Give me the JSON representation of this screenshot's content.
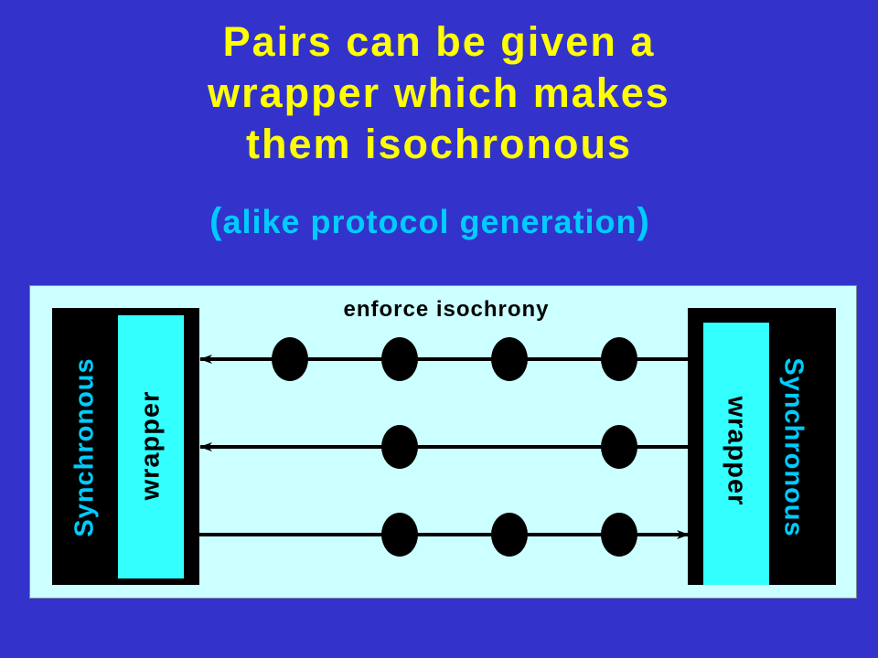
{
  "title": {
    "line1": "Pairs can be given a",
    "line2": "wrapper which makes",
    "line3": "them isochronous",
    "subtitle_open": "(",
    "subtitle_text": "alike protocol generation",
    "subtitle_close": ")"
  },
  "diagram": {
    "top_label": "enforce isochrony",
    "left_block": {
      "outer_label": "Synchronous",
      "inner_label": "wrapper"
    },
    "right_block": {
      "outer_label": "Synchronous",
      "inner_label": "wrapper"
    },
    "channels": [
      {
        "direction": "right-to-left",
        "token_count": 4
      },
      {
        "direction": "right-to-left",
        "token_count": 2
      },
      {
        "direction": "left-to-right",
        "token_count": 3
      }
    ]
  },
  "colors": {
    "background": "#3333cc",
    "title": "#ffff00",
    "subtitle": "#00ccff",
    "diagram_bg": "#ccffff",
    "block": "#000000",
    "wrapper": "#33ffff"
  }
}
